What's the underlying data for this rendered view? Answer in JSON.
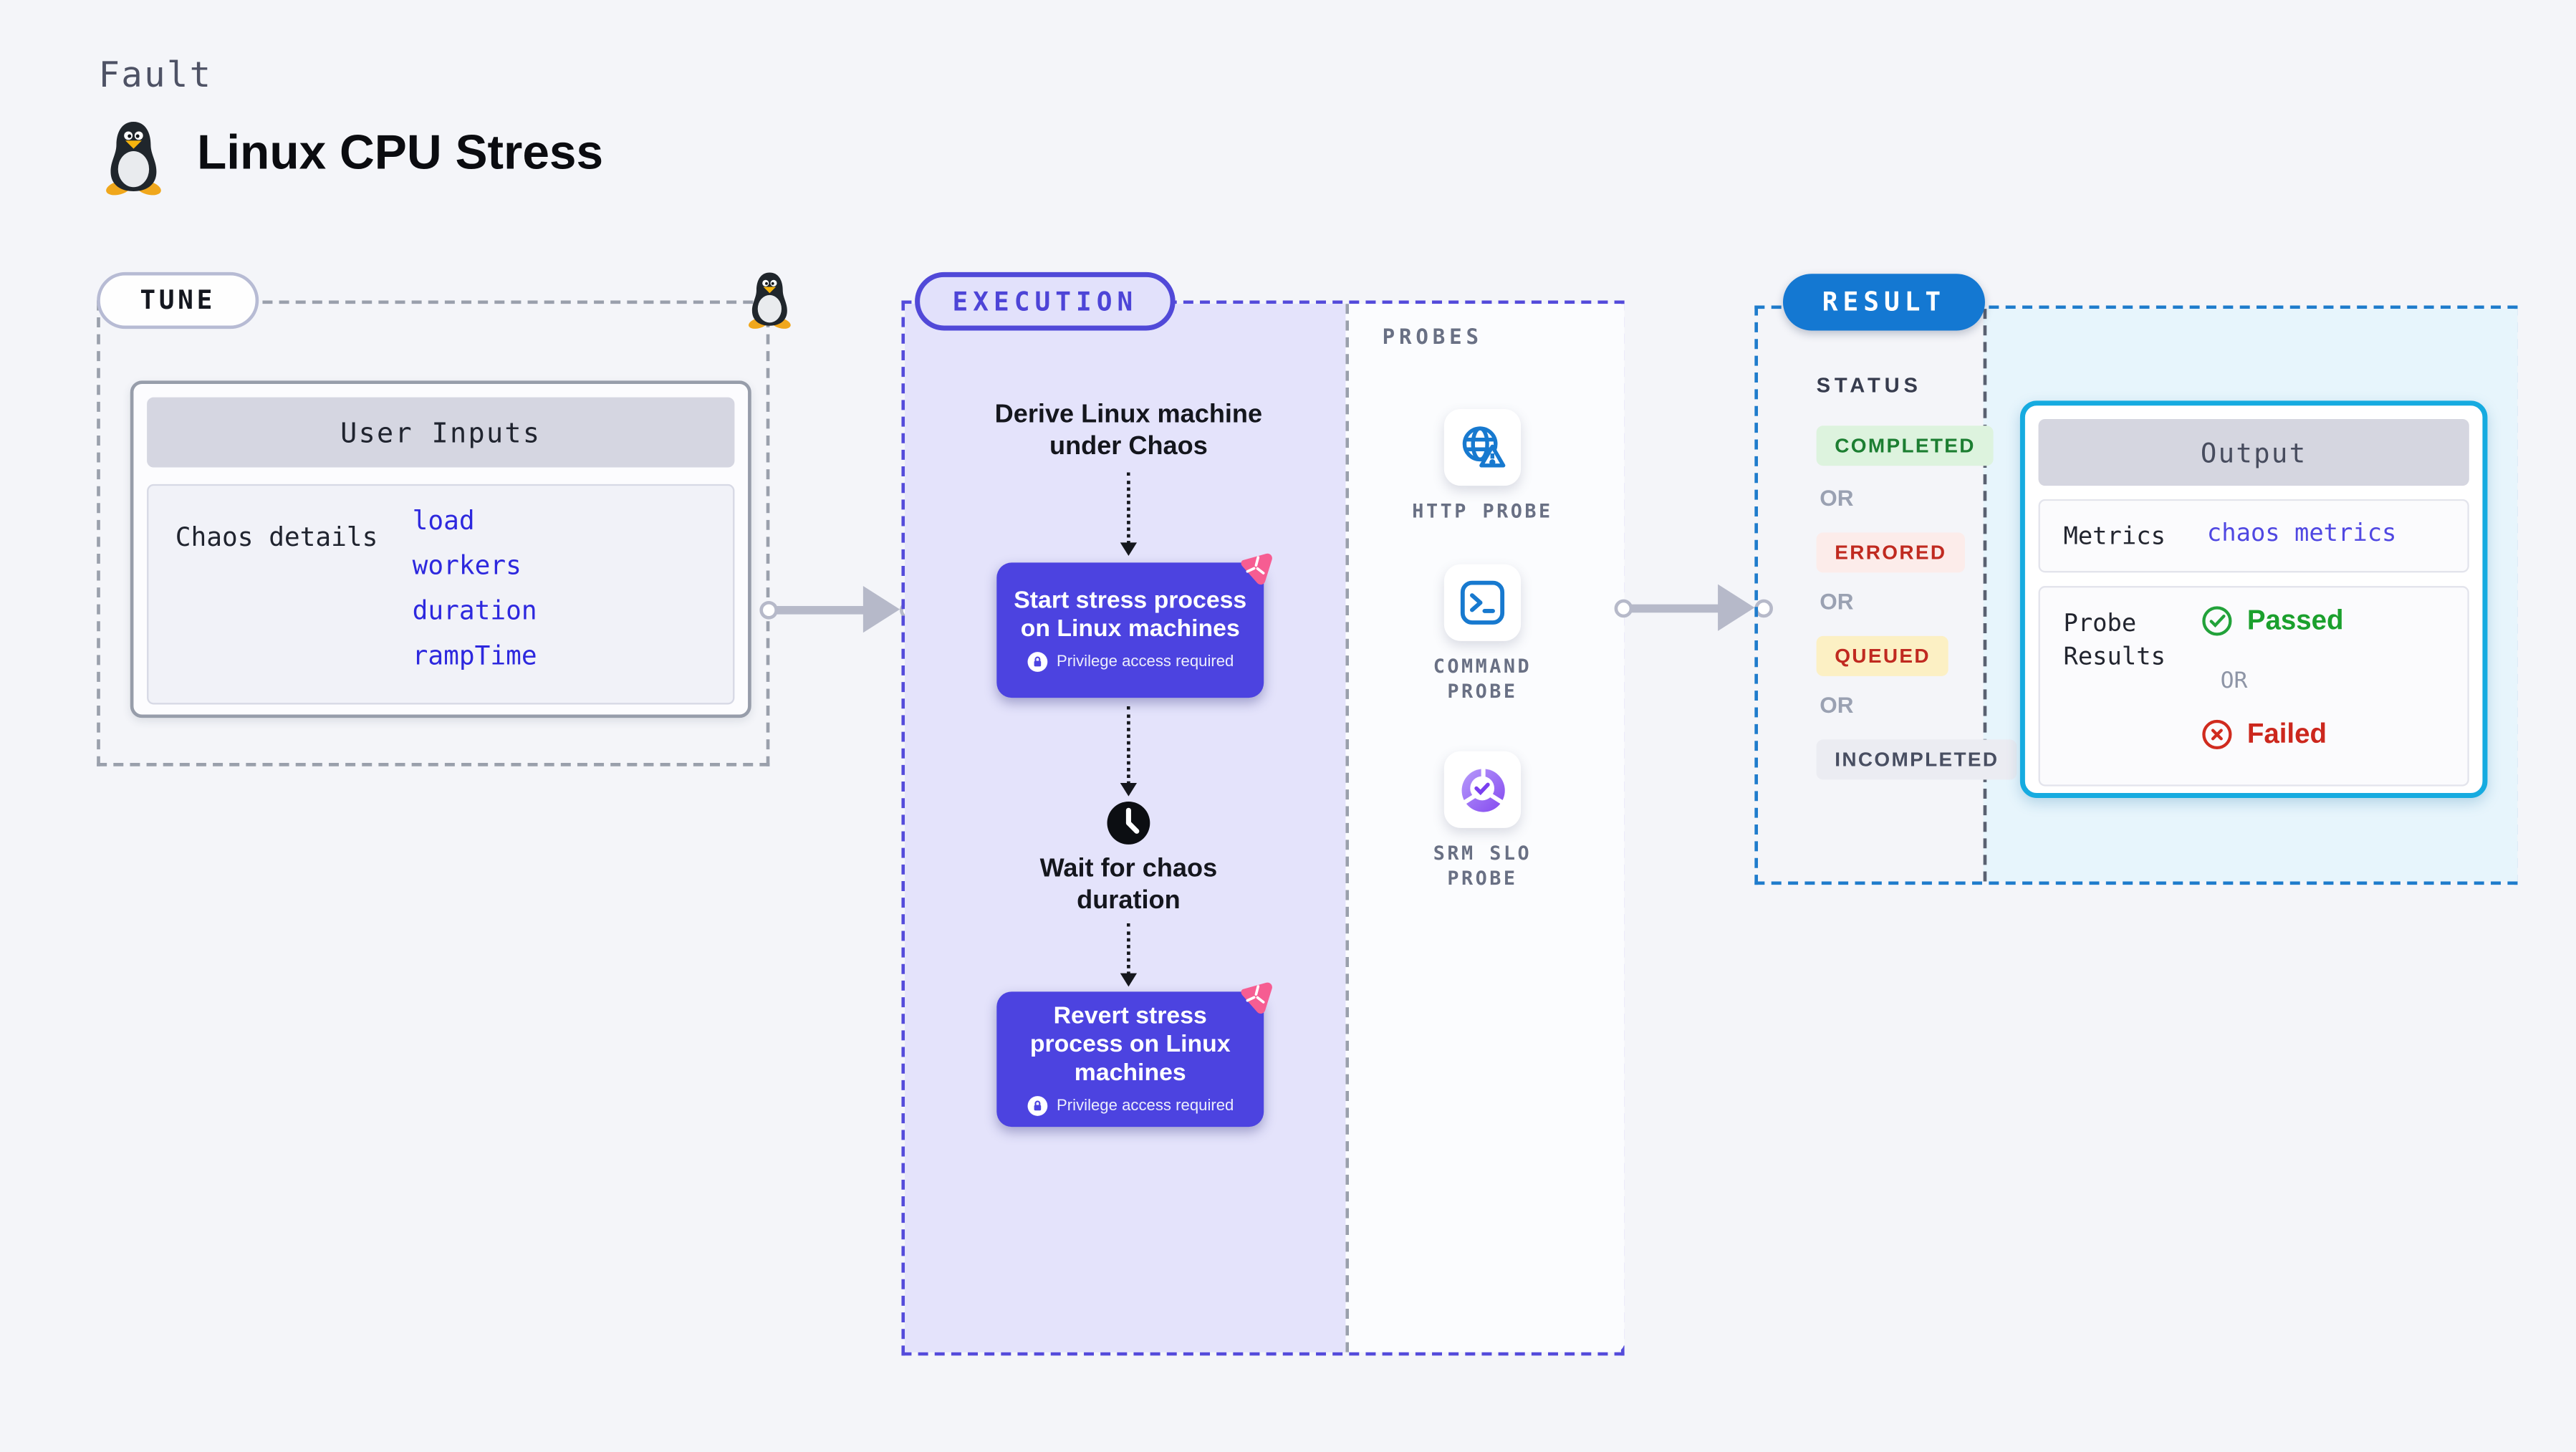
{
  "page": {
    "kicker": "Fault",
    "title": "Linux CPU Stress"
  },
  "tune": {
    "label": "TUNE",
    "user_inputs": {
      "header": "User Inputs",
      "row_label": "Chaos details",
      "values": [
        "load",
        "workers",
        "duration",
        "rampTime"
      ]
    }
  },
  "execution": {
    "label": "EXECUTION",
    "steps": {
      "derive": "Derive Linux machine under Chaos",
      "start": "Start stress process on Linux machines",
      "wait": "Wait for chaos duration",
      "revert": "Revert stress process on Linux machines",
      "privilege_note": "Privilege access required"
    },
    "probes": {
      "label": "PROBES",
      "items": [
        {
          "name": "HTTP PROBE",
          "icon": "globe-alert-icon"
        },
        {
          "name": "COMMAND PROBE",
          "icon": "terminal-icon"
        },
        {
          "name": "SRM SLO PROBE",
          "icon": "slo-donut-check-icon"
        }
      ]
    }
  },
  "result": {
    "label": "RESULT",
    "status": {
      "label": "STATUS",
      "or": "OR",
      "badges": [
        {
          "text": "COMPLETED",
          "fg": "#1c7e31",
          "bg": "#ddf3de"
        },
        {
          "text": "ERRORED",
          "fg": "#c02a20",
          "bg": "#fcecea"
        },
        {
          "text": "QUEUED",
          "fg": "#c02a20",
          "bg": "#fcf0c4"
        },
        {
          "text": "INCOMPLETED",
          "fg": "#484e61",
          "bg": "#ebecf2"
        }
      ]
    },
    "output": {
      "header": "Output",
      "metrics_label": "Metrics",
      "metrics_value": "chaos metrics",
      "probe_results_label": "Probe Results",
      "passed": "Passed",
      "or": "OR",
      "failed": "Failed"
    }
  },
  "colors": {
    "page_bg": "#f4f5f9",
    "indigo_card": "#4c43e0",
    "execution_fill": "#e4e3fb",
    "execution_border": "#544bdb",
    "tune_border": "#9aa0ac",
    "result_border": "#1f7ccc",
    "result_fill": "#e7f5fc",
    "result_pill": "#1478d2",
    "output_border": "#16abe0",
    "link_blue": "#2d28de",
    "probe_icon_blue": "#1779cf",
    "pink_badge": "#f65d92",
    "passed_green": "#1ba02d",
    "failed_red": "#cc271d",
    "arrow_gray": "#b6b9c9"
  }
}
